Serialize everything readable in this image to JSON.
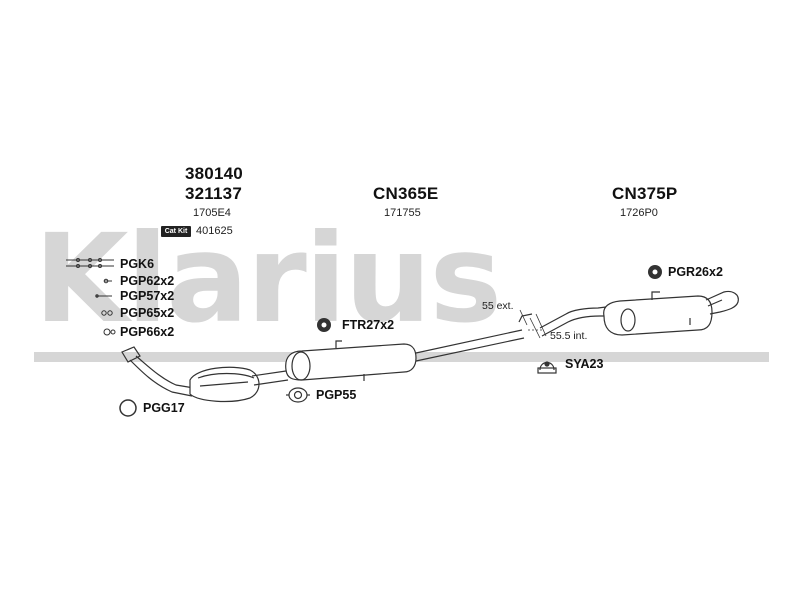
{
  "watermark": "Klarius",
  "groups": {
    "front": {
      "code_a": "380140",
      "code_b": "321137",
      "sub": "1705E4",
      "catkit_label": "Cat Kit",
      "catkit_code": "401625"
    },
    "middle": {
      "code": "CN365E",
      "sub": "171755"
    },
    "rear": {
      "code": "CN375P",
      "sub": "1726P0"
    }
  },
  "fittings": {
    "pgk6": "PGK6",
    "pgp62": "PGP62x2",
    "pgp57": "PGP57x2",
    "pgp65": "PGP65x2",
    "pgp66": "PGP66x2",
    "pgg17": "PGG17",
    "pgp55": "PGP55",
    "ftr27": "FTR27x2",
    "sya23": "SYA23",
    "pgr26": "PGR26x2"
  },
  "notes": {
    "ext": "55 ext.",
    "int": "55.5 int."
  }
}
